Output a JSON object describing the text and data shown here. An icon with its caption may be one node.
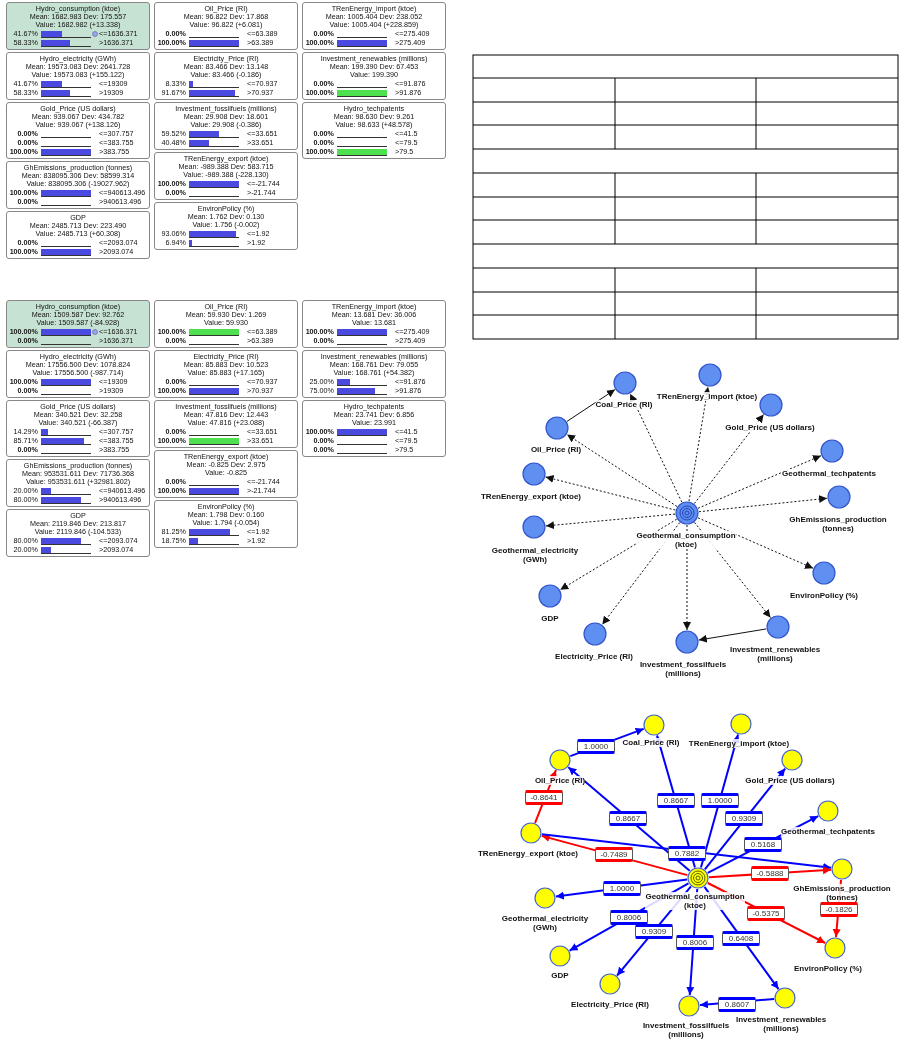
{
  "diagram": {
    "nodes": [
      {
        "text": [
          "Hydro_consumption (ktoe)",
          "Mean: 1682.983 Dev: 175.557",
          "Value: 1682.982 (+13.338)",
          "41.67%",
          "<=1636.371",
          "58.33%",
          ">1636.371"
        ]
      },
      {
        "text": [
          "Hydro_electricity (GWh)",
          "Mean: 19573.083 Dev: 2641.728",
          "Value: 19573.083 (+155.122)",
          "41.67%",
          "<=19309",
          "58.33%",
          ">19309"
        ]
      },
      {
        "text": [
          "Gold_Price (US dollars)",
          "Mean: 939.067 Dev: 434.782",
          "Value: 939.067 (+138.126)",
          "0.00%",
          "<=307.757",
          "0.00%",
          "<=383.755",
          "100.00%",
          ">383.755"
        ]
      },
      {
        "text": [
          "GhEmissions_production (tonnes)",
          "Mean: 838095.306 Dev: 58599.314",
          "Value: 838095.306 (-19027.962)",
          "100.00%",
          "<=940613.496",
          "0.00%",
          ">940613.496"
        ]
      },
      {
        "text": [
          "GDP",
          "Mean: 2485.713 Dev: 223.490",
          "Value: 2485.713 (+60.308)",
          "0.00%",
          "<=2093.074",
          "100.00%",
          ">2093.074"
        ]
      },
      {
        "text": [
          "Oil_Price (RI)",
          "Mean: 96.822 Dev: 17.868",
          "Value: 96.822 (+6.081)",
          "0.00%",
          "<=63.389",
          "100.00%",
          ">63.389"
        ]
      },
      {
        "text": [
          "Electricity_Price (RI)",
          "Mean: 83.466 Dev: 13.148",
          "Value: 83.466 (-0.186)",
          "8.33%",
          "<=70.937",
          "91.67%",
          ">70.937"
        ]
      },
      {
        "text": [
          "Investment_fossilfuels (millions)",
          "Mean: 29.908 Dev: 18.601",
          "Value: 29.908 (-0.386)",
          "59.52%",
          "<=33.651",
          "40.48%",
          ">33.651"
        ]
      },
      {
        "text": [
          "TRenEnergy_export (ktoe)",
          "Mean: -989.388 Dev: 583.715",
          "Value: -989.388 (-228.130)",
          "100.00%",
          "<=-21.744",
          "0.00%",
          ">-21.744"
        ]
      },
      {
        "text": [
          "EnvironPolicy (%)",
          "Mean: 1.762 Dev: 0.130",
          "Value: 1.756 (-0.002)",
          "93.06%",
          "<=1.92",
          "6.94%",
          ">1.92"
        ]
      },
      {
        "text": [
          "TRenEnergy_import (ktoe)",
          "Mean: 1005.404 Dev: 238.052",
          "Value: 1005.404 (+228.859)",
          "0.00%",
          "<=275.409",
          "100.00%",
          ">275.409"
        ]
      },
      {
        "text": [
          "Investment_renewables (millions)",
          "Mean: 199.390 Dev: 67.453",
          "Value: 199.390",
          "0.00%",
          "<=91.876",
          "100.00%",
          ">91.876"
        ]
      },
      {
        "text": [
          "Hydro_techpatents",
          "Mean: 98.630 Dev: 9.261",
          "Value: 98.633 (+48.578)",
          "0.00%",
          "<=41.5",
          "0.00%",
          "<=79.5",
          "100.00%",
          ">79.5"
        ]
      },
      {
        "text": [
          "Hydro_consumption (ktoe)",
          "Mean: 1509.587 Dev: 92.762",
          "Value: 1509.587 (-84.928)",
          "100.00%",
          "<=1636.371",
          "0.00%",
          ">1636.371"
        ]
      },
      {
        "text": [
          "Hydro_electricity (GWh)",
          "Mean: 17556.500 Dev: 1078.824",
          "Value: 17556.500 (-987.714)",
          "100.00%",
          "<=19309",
          "0.00%",
          ">19309"
        ]
      },
      {
        "text": [
          "Gold_Price (US dollars)",
          "Mean: 340.521 Dev: 32.258",
          "Value: 340.521 (-66.387)",
          "14.29%",
          "<=307.757",
          "85.71%",
          "<=383.755",
          "0.00%",
          ">383.755"
        ]
      },
      {
        "text": [
          "GhEmissions_production (tonnes)",
          "Mean: 953531.611 Dev: 71736.368",
          "Value: 953531.611 (+32981.802)",
          "20.00%",
          "<=940613.496",
          "80.00%",
          ">940613.496"
        ]
      },
      {
        "text": [
          "GDP",
          "Mean: 2119.846 Dev: 213.817",
          "Value: 2119.846 (-104.533)",
          "80.00%",
          "<=2093.074",
          "20.00%",
          ">2093.074"
        ]
      },
      {
        "text": [
          "Oil_Price (RI)",
          "Mean: 59.930 Dev: 1.269",
          "Value: 59.930",
          "100.00%",
          "<=63.389",
          "0.00%",
          ">63.389"
        ]
      },
      {
        "text": [
          "Electricity_Price (RI)",
          "Mean: 85.883 Dev: 10.523",
          "Value: 85.883 (+17.165)",
          "0.00%",
          "<=70.937",
          "100.00%",
          ">70.937"
        ]
      },
      {
        "text": [
          "Investment_fossilfuels (millions)",
          "Mean: 47.816 Dev: 12.443",
          "Value: 47.816 (+23.088)",
          "0.00%",
          "<=33.651",
          "100.00%",
          ">33.651"
        ]
      },
      {
        "text": [
          "TRenEnergy_export (ktoe)",
          "Mean: -0.825 Dev: 2.975",
          "Value: -0.825",
          "0.00%",
          "<=-21.744",
          "100.00%",
          ">-21.744"
        ]
      },
      {
        "text": [
          "EnvironPolicy (%)",
          "Mean: 1.798 Dev: 0.160",
          "Value: 1.794 (-0.054)",
          "81.25%",
          "<=1.92",
          "18.75%",
          ">1.92"
        ]
      },
      {
        "text": [
          "TRenEnergy_import (ktoe)",
          "Mean: 13.681 Dev: 36.006",
          "Value: 13.681",
          "100.00%",
          "<=275.409",
          "0.00%",
          ">275.409"
        ]
      },
      {
        "text": [
          "Investment_renewables (millions)",
          "Mean: 168.761 Dev: 79.055",
          "Value: 168.761 (+54.382)",
          "25.00%",
          "<=91.876",
          "75.00%",
          ">91.876"
        ]
      },
      {
        "text": [
          "Hydro_techpatents",
          "Mean: 23.741 Dev: 6.856",
          "Value: 23.991",
          "100.00%",
          "<=41.5",
          "0.00%",
          "<=79.5",
          "0.00%",
          ">79.5"
        ]
      },
      {
        "text": [
          "Coal_Price (RI)"
        ]
      },
      {
        "text": [
          "TRenEnergy_import (ktoe)"
        ]
      },
      {
        "text": [
          "Gold_Price (US dollars)"
        ]
      },
      {
        "text": [
          "Oil_Price (RI)"
        ]
      },
      {
        "text": [
          "Geothermal_techpatents"
        ]
      },
      {
        "text": [
          "TRenEnergy_export (ktoe)"
        ]
      },
      {
        "text": [
          "GhEmissions_production (tonnes)"
        ]
      },
      {
        "text": [
          "Geothermal_consumption (ktoe)"
        ]
      },
      {
        "text": [
          "Geothermal_electricity (GWh)"
        ]
      },
      {
        "text": [
          "EnvironPolicy (%)"
        ]
      },
      {
        "text": [
          "GDP"
        ]
      },
      {
        "text": [
          "Electricity_Price (RI)"
        ]
      },
      {
        "text": [
          "Investment_fossilfuels (millions)"
        ]
      },
      {
        "text": [
          "Investment_renewables (millions)"
        ]
      },
      {
        "text": [
          "Coal_Price (RI)"
        ]
      },
      {
        "text": [
          "TRenEnergy_import (ktoe)"
        ]
      },
      {
        "text": [
          "Gold_Price (US dollars)"
        ]
      },
      {
        "text": [
          "Oil_Price (RI)"
        ]
      },
      {
        "text": [
          "Geothermal_techpatents"
        ]
      },
      {
        "text": [
          "TRenEnergy_export (ktoe)"
        ]
      },
      {
        "text": [
          "GhEmissions_production (tonnes)"
        ]
      },
      {
        "text": [
          "Geothermal_consumption (ktoe)"
        ]
      },
      {
        "text": [
          "Geothermal_electricity (GWh)"
        ]
      },
      {
        "text": [
          "EnvironPolicy (%)"
        ]
      },
      {
        "text": [
          "GDP"
        ]
      },
      {
        "text": [
          "Electricity_Price (RI)"
        ]
      },
      {
        "text": [
          "Investment_fossilfuels (millions)"
        ]
      },
      {
        "text": [
          "Investment_renewables (millions)"
        ]
      }
    ],
    "edges": [
      {
        "from": 33,
        "to": 26,
        "arrow": "to",
        "style": "dashed"
      },
      {
        "from": 33,
        "to": 27,
        "arrow": "to",
        "style": "dashed"
      },
      {
        "from": 33,
        "to": 28,
        "arrow": "to",
        "style": "dashed"
      },
      {
        "from": 33,
        "to": 29,
        "arrow": "to",
        "style": "dashed"
      },
      {
        "from": 33,
        "to": 30,
        "arrow": "to",
        "style": "dashed"
      },
      {
        "from": 33,
        "to": 31,
        "arrow": "to",
        "style": "dashed"
      },
      {
        "from": 33,
        "to": 32,
        "arrow": "to",
        "style": "dashed"
      },
      {
        "from": 33,
        "to": 34,
        "arrow": "to",
        "style": "dashed"
      },
      {
        "from": 33,
        "to": 35,
        "arrow": "to",
        "style": "dashed"
      },
      {
        "from": 33,
        "to": 36,
        "arrow": "to",
        "style": "dashed"
      },
      {
        "from": 33,
        "to": 37,
        "arrow": "to",
        "style": "dashed"
      },
      {
        "from": 33,
        "to": 38,
        "arrow": "to",
        "style": "dashed"
      },
      {
        "from": 33,
        "to": 39,
        "arrow": "to",
        "style": "dashed"
      },
      {
        "from": 29,
        "to": 26,
        "arrow": "to"
      },
      {
        "from": 39,
        "to": 38,
        "arrow": "to"
      },
      {
        "from": 43,
        "to": 40,
        "arrow": "to",
        "label": "1.0000",
        "color": "#0000ff"
      },
      {
        "from": 47,
        "to": 40,
        "arrow": "to",
        "label": "0.8667",
        "color": "#0000ff"
      },
      {
        "from": 47,
        "to": 41,
        "arrow": "to",
        "label": "1.0000",
        "color": "#0000ff"
      },
      {
        "from": 47,
        "to": 42,
        "arrow": "to",
        "label": "0.9309",
        "color": "#0000ff"
      },
      {
        "from": 47,
        "to": 43,
        "arrow": "to",
        "label": "0.8667",
        "color": "#0000ff"
      },
      {
        "from": 45,
        "to": 43,
        "arrow": "to",
        "label": "-0.8641",
        "color": "#ff0000"
      },
      {
        "from": 47,
        "to": 45,
        "arrow": "to",
        "label": "-0.7489",
        "color": "#ff0000"
      },
      {
        "from": 47,
        "to": 44,
        "arrow": "to",
        "label": "0.5168",
        "color": "#0000ff"
      },
      {
        "from": 45,
        "to": 46,
        "arrow": "to",
        "label": "0.7882",
        "color": "#0000ff"
      },
      {
        "from": 47,
        "to": 46,
        "arrow": "to",
        "label": "-0.5888",
        "color": "#ff0000"
      },
      {
        "from": 46,
        "to": 49,
        "arrow": "to",
        "label": "-0.1826",
        "color": "#ff0000"
      },
      {
        "from": 47,
        "to": 49,
        "arrow": "to",
        "label": "-0.5375",
        "color": "#ff0000"
      },
      {
        "from": 47,
        "to": 48,
        "arrow": "to",
        "label": "1.0000",
        "color": "#0000ff"
      },
      {
        "from": 47,
        "to": 50,
        "arrow": "to",
        "label": "0.8006",
        "color": "#0000ff"
      },
      {
        "from": 47,
        "to": 51,
        "arrow": "to",
        "label": "0.9309",
        "color": "#0000ff"
      },
      {
        "from": 47,
        "to": 52,
        "arrow": "to",
        "label": "0.8006",
        "color": "#0000ff"
      },
      {
        "from": 47,
        "to": 53,
        "arrow": "to",
        "label": "0.6408",
        "color": "#0000ff"
      },
      {
        "from": 53,
        "to": 52,
        "arrow": "to",
        "label": "0.8607",
        "color": "#0000ff"
      }
    ]
  }
}
